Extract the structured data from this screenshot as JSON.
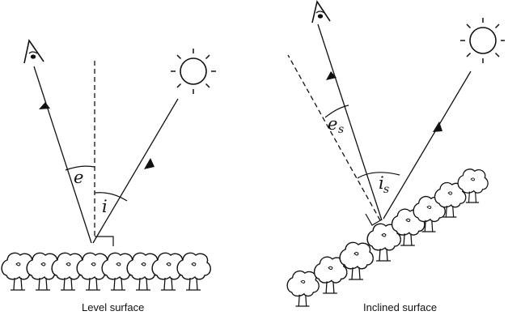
{
  "panels": [
    {
      "caption": "Level surface",
      "emission_label": "e",
      "incidence_label": "i",
      "subscript": ""
    },
    {
      "caption": "Inclined surface",
      "emission_label": "e",
      "incidence_label": "i",
      "subscript": "s"
    }
  ],
  "icons": [
    "eye-icon",
    "sun-icon",
    "tree-icon"
  ]
}
